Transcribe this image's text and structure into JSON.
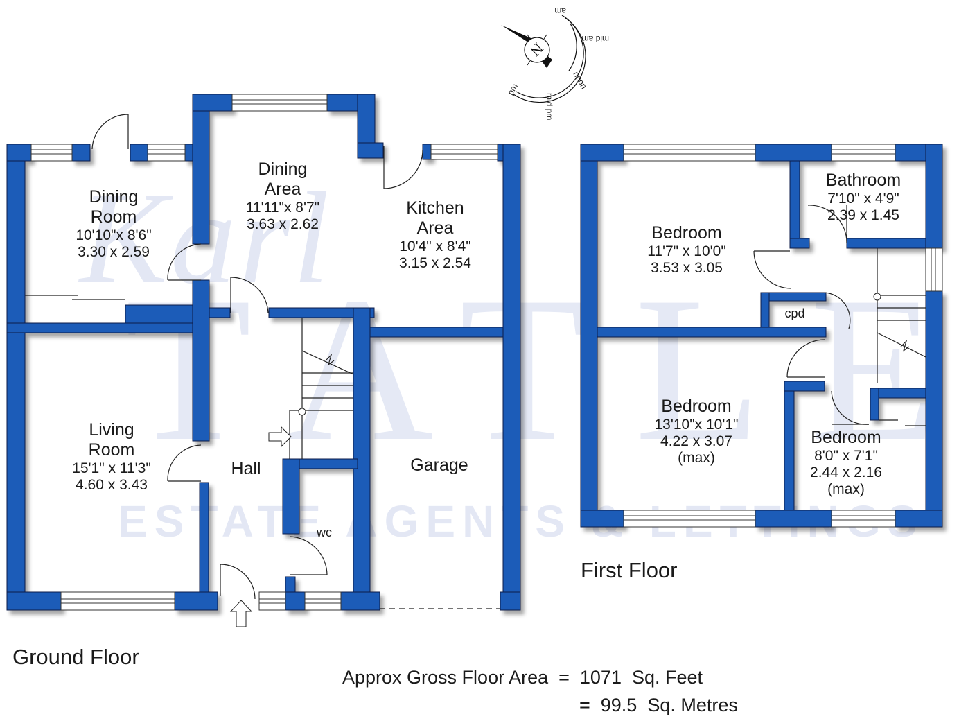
{
  "watermark": {
    "script": "Karl",
    "brand": "TATLER",
    "tagline": "ESTATE AGENTS & LETTINGS"
  },
  "compass": {
    "north_label": "N",
    "labels": [
      "am",
      "mid am",
      "noon",
      "mid pm",
      "pm"
    ]
  },
  "colors": {
    "wall": "#1f5bb8",
    "wall_outline": "#0b1f4a",
    "watermark": "#dfe4f3"
  },
  "ground_floor": {
    "title": "Ground Floor",
    "rooms": [
      {
        "name": "Dining Room",
        "line1": "Dining",
        "line2": "Room",
        "imperial": "10'10\"x  8'6\"",
        "metric": "3.30  x  2.59"
      },
      {
        "name": "Dining Area",
        "line1": "Dining",
        "line2": "Area",
        "imperial": "11'11\"x  8'7\"",
        "metric": "3.63  x  2.62"
      },
      {
        "name": "Kitchen Area",
        "line1": "Kitchen",
        "line2": "Area",
        "imperial": "10'4\"  x  8'4\"",
        "metric": "3.15  x  2.54"
      },
      {
        "name": "Living Room",
        "line1": "Living",
        "line2": "Room",
        "imperial": "15'1\"  x  11'3\"",
        "metric": "4.60  x  3.43"
      },
      {
        "name": "Hall",
        "line1": "Hall"
      },
      {
        "name": "Garage",
        "line1": "Garage"
      },
      {
        "name": "WC",
        "line1": "wc"
      }
    ]
  },
  "first_floor": {
    "title": "First Floor",
    "rooms": [
      {
        "name": "Bedroom 1",
        "line1": "Bedroom",
        "imperial": "11'7\"  x  10'0\"",
        "metric": "3.53  x  3.05"
      },
      {
        "name": "Bathroom",
        "line1": "Bathroom",
        "imperial": "7'10\"  x  4'9\"",
        "metric": "2.39  x  1.45"
      },
      {
        "name": "Cupboard",
        "line1": "cpd"
      },
      {
        "name": "Bedroom 2",
        "line1": "Bedroom",
        "imperial": "13'10\"x  10'1\"",
        "metric": "4.22  x  3.07",
        "note": "(max)"
      },
      {
        "name": "Bedroom 3",
        "line1": "Bedroom",
        "imperial": "8'0\"   x   7'1\"",
        "metric": "2.44  x  2.16",
        "note": "(max)"
      }
    ]
  },
  "area": {
    "line1": "Approx Gross Floor Area  =  1071  Sq. Feet",
    "line2": "=  99.5  Sq. Metres"
  }
}
